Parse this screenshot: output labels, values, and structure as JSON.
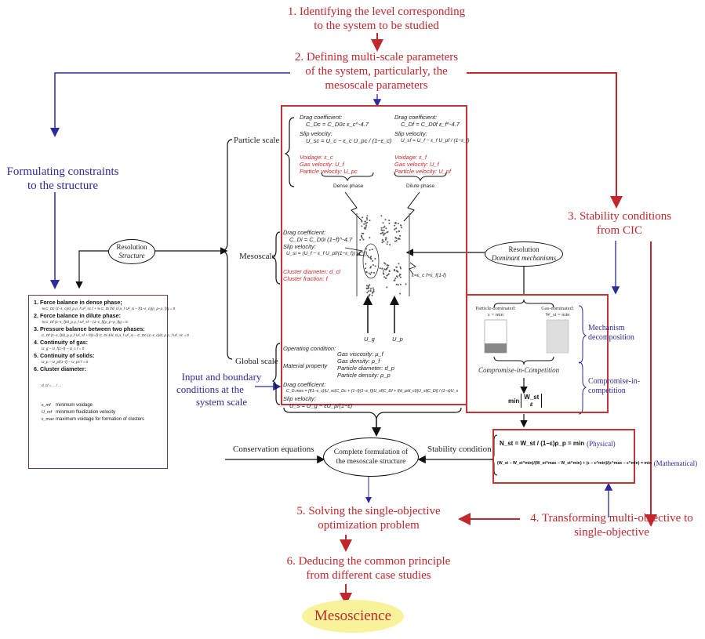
{
  "steps": {
    "s1": [
      "1. Identifying the level corresponding",
      "to the system to be studied"
    ],
    "s2": [
      "2. Defining multi-scale parameters",
      "of the system, particularly, the",
      "mesoscale parameters"
    ],
    "s3": [
      "3. Stability conditions",
      "from CIC"
    ],
    "s4": [
      "4. Transforming multi-objective to",
      "single-objective"
    ],
    "s5": [
      "5. Solving the single-objective",
      "optimization problem"
    ],
    "s6": [
      "6. Deducing the common principle",
      "from different case studies"
    ]
  },
  "constraints_label": [
    "Formulating constraints",
    "to the structure"
  ],
  "input_label": [
    "Input and boundary",
    "conditions at the",
    "system scale"
  ],
  "scales": {
    "particle": "Particle scale",
    "meso": "Mesoscale",
    "global": "Global scale"
  },
  "resolution_structure": {
    "title": "Resolution",
    "sub": "Structure"
  },
  "resolution_mechanisms": {
    "title": "Resolution",
    "sub": "Dominant mechanisms"
  },
  "complete_formulation": [
    "Complete formulation of",
    "the mesoscale structure"
  ],
  "conservation_equations": "Conservation equations",
  "stability_condition": "Stability condition",
  "mesoscience": "Mesoscience",
  "particle_scale": {
    "dense": {
      "drag_label": "Drag coefficient:",
      "drag_eq": "C_Dc = C_D0c ε_c^-4.7",
      "slip_label": "Slip velocity:",
      "slip_eq": "U_sc = U_c − ε_c U_pc / (1−ε_c)",
      "voidage": "Voidage: ε_c",
      "gas_velocity": "Gas velocity: U_f",
      "particle_velocity": "Particle velocity: U_pc",
      "caption": "Dense phase"
    },
    "dilute": {
      "drag_label": "Drag coefficient:",
      "drag_eq": "C_Df = C_D0f ε_f^-4.7",
      "slip_label": "Slip velocity:",
      "slip_eq": "U_sf = U_f − ε_f U_pf / (1−ε_f)",
      "voidage": "Voidage: ε_f",
      "gas_velocity": "Gas velocity: U_f",
      "particle_velocity": "Particle velocity: U_pf",
      "caption": "Dilute phase"
    }
  },
  "mesoscale": {
    "drag_label": "Drag coefficient:",
    "drag_eq": "C_Di = C_D0i (1−f)^-4.7",
    "slip_label": "Slip velocity:",
    "slip_eq": "U_si = (U_f − ε_f U_pf/(1−ε_f)) (1−f)",
    "cluster_diameter": "Cluster diameter: d_cl",
    "cluster_fraction": "Cluster fraction: f",
    "voidage_eq": "ε=ε_c f+ε_f(1-f)",
    "ug": "U_g",
    "up": "U_p"
  },
  "global_scale": {
    "operating": "Operating condition:",
    "material": "Material property",
    "props": [
      "Gas viscosity: μ_f",
      "Gas density: ρ_f",
      "Particle diameter: d_p",
      "Particle density: ρ_p"
    ],
    "drag_label": "Drag coefficient:",
    "drag_eq": "C_D,mes = [f(1−ε_c)|U_sc|C_Dc + (1−f)(1−ε_f)|U_sf|C_Df + f(d_p/d_cl)|U_si|C_Di] / (1−ε)U_s",
    "slip_label": "Slip velocity:",
    "slip_eq": "U_s = U_g − εU_p/(1−ε)"
  },
  "constraints_box": {
    "items": [
      {
        "title": "1.  Force balance in dense phase;",
        "eq": "¾ C_Dc (1−ε_c)/d_p ρ_f U²_sc f + ¾ C_Di f/d_cl ρ_f U²_si − f(1−ε_c)(ρ_p−ρ_f)g = 0"
      },
      {
        "title": "2.  Force balance in dilute phase:",
        "eq": "¾ C_Df (1−ε_f)/d_p ρ_f U²_sf − (1−ε_f)(ρ_p−ρ_f)g = 0"
      },
      {
        "title": "3.  Pressure balance between two phases:",
        "eq": "C_Df (1−ε_f)/d_p ρ_f U²_sf + f/(1−f) C_Di 1/d_cl ρ_f U²_si − C_Dc (1−ε_c)/d_p ρ_f U²_sc = 0"
      },
      {
        "title": "4.  Continuity of gas:",
        "eq": "U_g − U_f(1−f) − U_c f = 0"
      },
      {
        "title": "5.  Continuity of solids:",
        "eq": "U_p − U_pf(1−f) − U_pc f = 0"
      },
      {
        "title": "6.  Cluster diameter:",
        "eq": "d_cl = ... / ..."
      }
    ],
    "legend": [
      {
        "sym": "ε_mf",
        "desc": "minimum voidage"
      },
      {
        "sym": "U_mf",
        "desc": "minimum fluidization velocity"
      },
      {
        "sym": "ε_max",
        "desc": "maximum voidage for formation of clusters"
      }
    ]
  },
  "cic_box": {
    "particle_dominated": [
      "Particle-dominated:",
      "ε = min"
    ],
    "gas_dominated": [
      "Gas-dominated:",
      "W_st = min"
    ],
    "compromise": "Compromise-in-Competition",
    "min_expr": "min",
    "min_frac_top": "W_st",
    "min_frac_bottom": "ε",
    "mechanism_decomposition": [
      "Mechanism",
      "decomposition"
    ],
    "compromise_label": [
      "Compromise-in-",
      "competition"
    ]
  },
  "stability_box": {
    "physical_eq": "N_st = W_st / (1−ε)ρ_p = min",
    "physical_label": "(Physical)",
    "math_eq": "(W_st − W_st^min)/(W_st^max − W_st^min) + (ε − ε^min)/(ε^max − ε^min) = min",
    "math_label": "(Mathematical)"
  },
  "colors": {
    "red": "#c0282d",
    "blue": "#2b2b9b",
    "yellow": "#f8f39a"
  }
}
